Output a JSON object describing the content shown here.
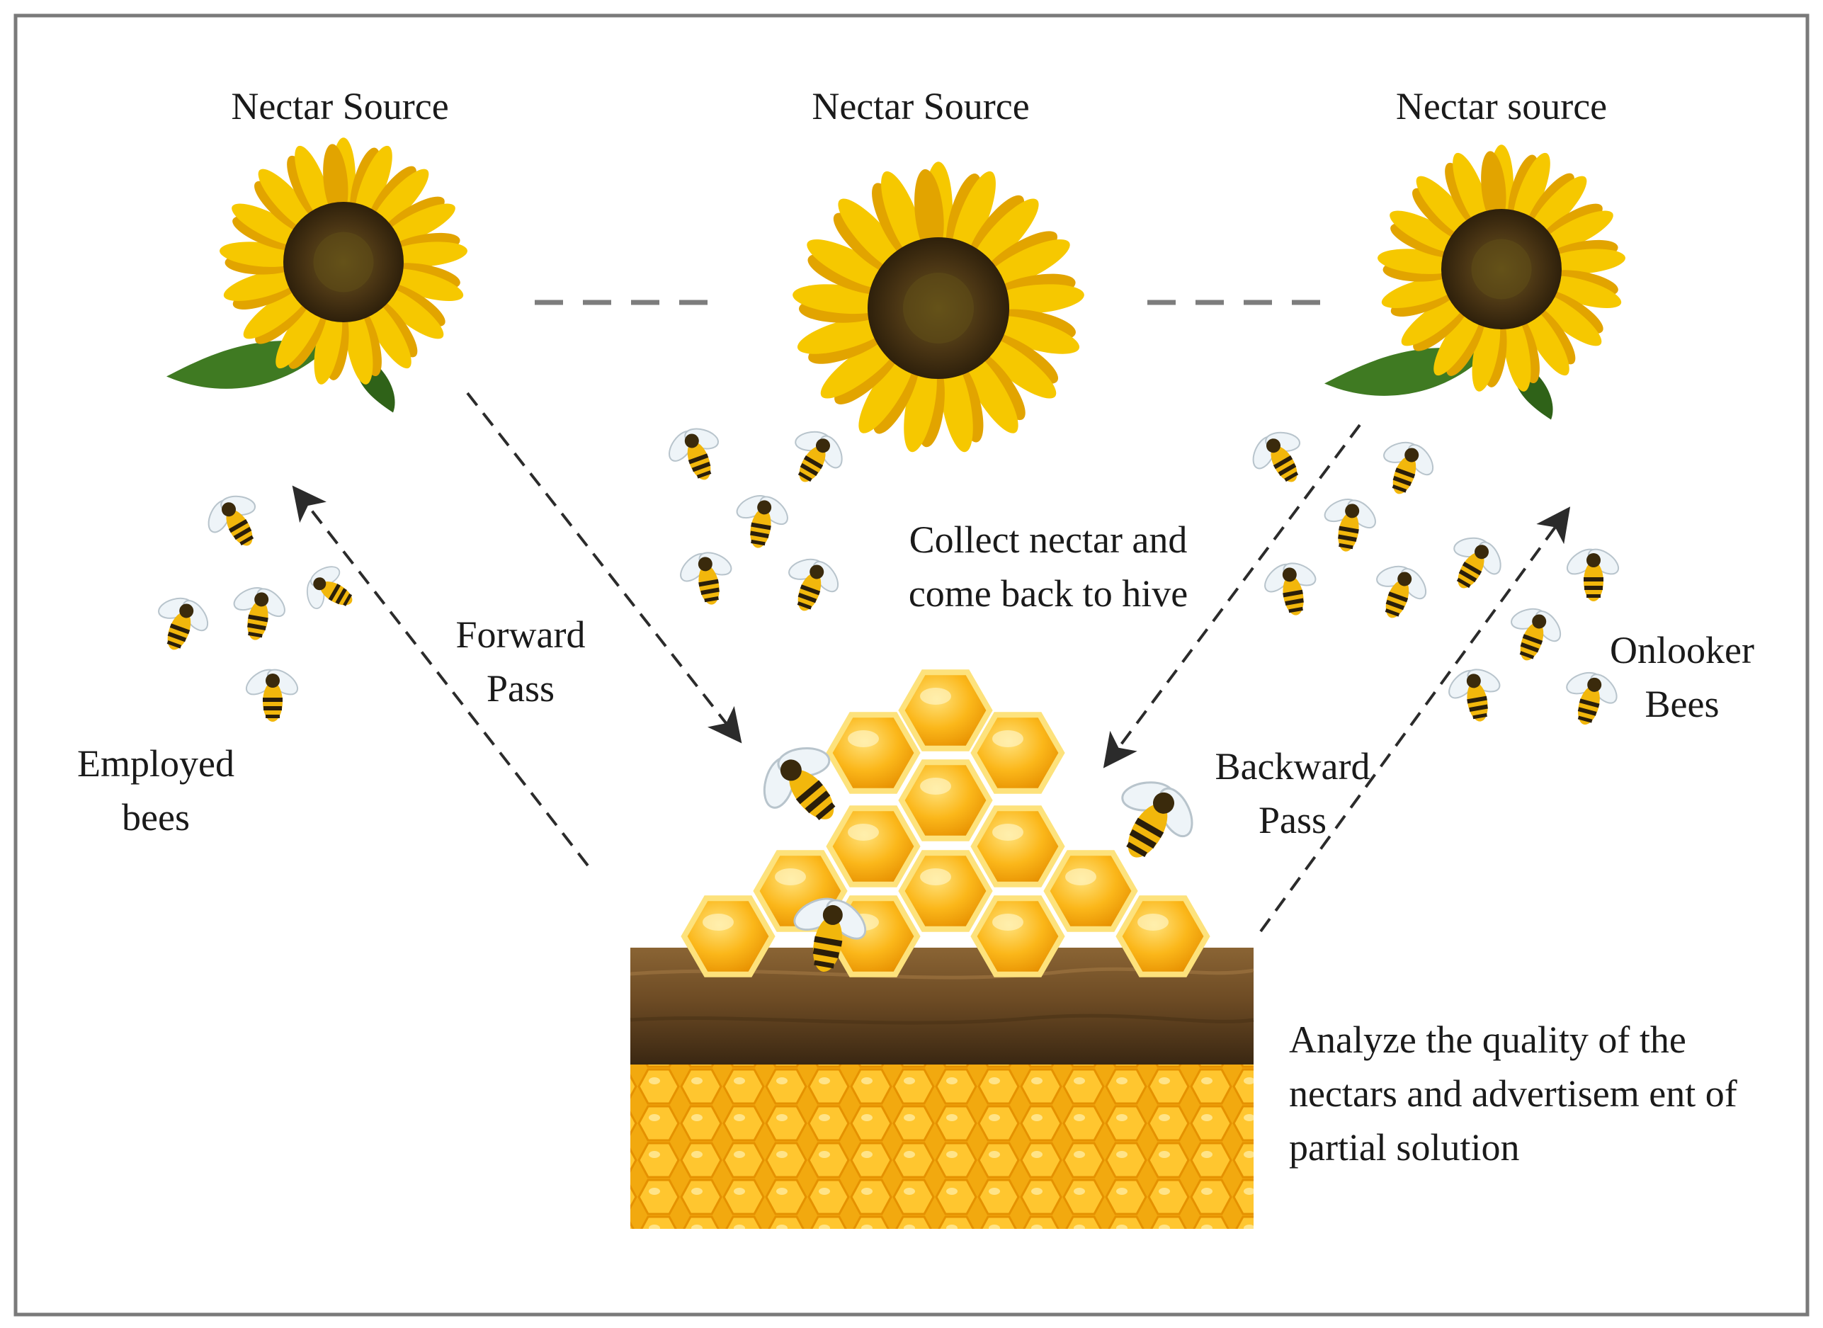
{
  "nectar_sources": {
    "left": "Nectar Source",
    "center": "Nectar Source",
    "right": "Nectar source"
  },
  "labels": {
    "collect": [
      "Collect nectar and",
      "come back to hive"
    ],
    "forward_pass": [
      "Forward",
      "Pass"
    ],
    "backward_pass": [
      "Backward",
      "Pass"
    ],
    "employed_bees": [
      "Employed",
      "bees"
    ],
    "onlooker_bees": [
      "Onlooker",
      "Bees"
    ],
    "analyze": [
      "Analyze the quality of the",
      "nectars and advertisem ent of",
      "partial solution"
    ]
  },
  "colors": {
    "petal": "#f6c800",
    "petal_dark": "#e2a400",
    "flower_center": "#4a3514",
    "leaf": "#3f7a22",
    "honey": "#f7ab12",
    "honey_light": "#ffd24a",
    "wood": "#6b4a24",
    "arrow": "#2b2b2b",
    "frame": "#7a7a7a"
  }
}
